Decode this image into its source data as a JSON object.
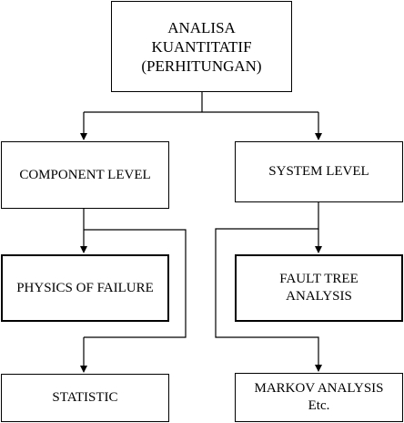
{
  "diagram": {
    "root": {
      "lines": [
        "ANALISA",
        "KUANTITATIF",
        "(PERHITUNGAN)"
      ]
    },
    "component_level": {
      "lines": [
        "COMPONENT LEVEL"
      ]
    },
    "system_level": {
      "lines": [
        "SYSTEM LEVEL"
      ]
    },
    "physics_of_failure": {
      "lines": [
        "PHYSICS OF FAILURE"
      ]
    },
    "fault_tree_analysis": {
      "lines": [
        "FAULT TREE",
        "ANALYSIS"
      ]
    },
    "statistic": {
      "lines": [
        "STATISTIC"
      ]
    },
    "markov_analysis": {
      "lines": [
        "MARKOV ANALYSIS",
        "Etc."
      ]
    }
  },
  "colors": {
    "stroke": "#000000",
    "background": "#ffffff"
  }
}
